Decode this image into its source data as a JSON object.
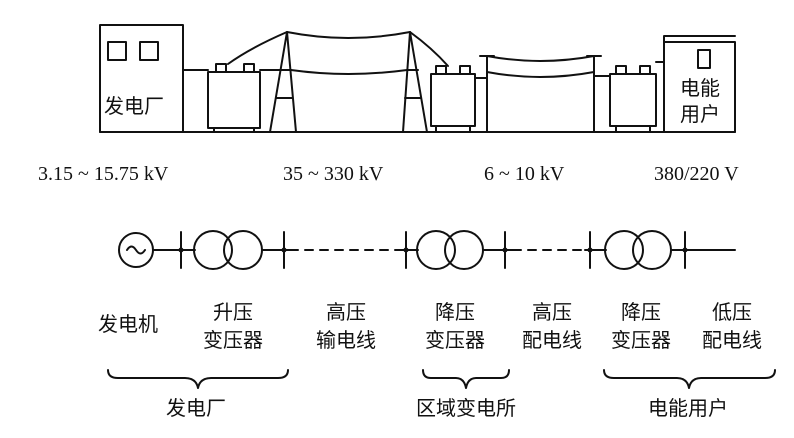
{
  "top_labels": {
    "power_plant": "发电厂",
    "consumer_line1": "电能",
    "consumer_line2": "用户"
  },
  "voltages": {
    "generation": "3.15 ~ 15.75  kV",
    "transmission": "35 ~ 330  kV",
    "distribution": "6 ~ 10  kV",
    "consumer": "380/220  V"
  },
  "components": {
    "generator": "发电机",
    "step_up_line1": "升压",
    "step_up_line2": "变压器",
    "hv_line_line1": "高压",
    "hv_line_line2": "输电线",
    "step_down_line1": "降压",
    "step_down_line2": "变压器",
    "hv_dist_line1": "高压",
    "hv_dist_line2": "配电线",
    "step_down2_line1": "降压",
    "step_down2_line2": "变压器",
    "lv_dist_line1": "低压",
    "lv_dist_line2": "配电线"
  },
  "groups": {
    "power_plant": "发电厂",
    "regional_substation": "区域变电所",
    "consumer": "电能用户"
  },
  "colors": {
    "ink": "#111111",
    "background": "#ffffff"
  }
}
